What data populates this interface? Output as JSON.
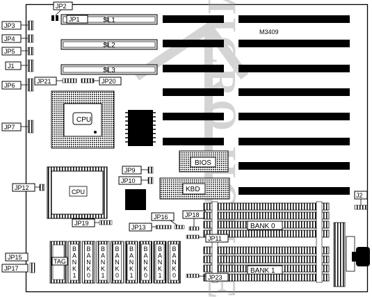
{
  "board": {
    "model": "M3409",
    "watermark": "MICRO HOUSE"
  },
  "slots": {
    "sl1": "SL1",
    "sl2": "SL2",
    "sl3": "SL3"
  },
  "chips": {
    "cpu_main": "CPU",
    "cpu_secondary": "CPU",
    "bios": "BIOS",
    "kbd": "KBD",
    "tag": "TAG"
  },
  "jumpers": {
    "jp1": "JP1",
    "jp2": "JP2",
    "jp3": "JP3",
    "jp4": "JP4",
    "jp5": "JP5",
    "j1": "J1",
    "jp6": "JP6",
    "jp7": "JP7",
    "jp9": "JP9",
    "jp10": "JP10",
    "jp11": "JP11",
    "jp12": "JP12",
    "jp13": "JP13",
    "jp15": "JP15",
    "jp16": "JP16",
    "jp17": "JP17",
    "jp18": "JP18",
    "jp19": "JP19",
    "jp20": "JP20",
    "jp21": "JP21",
    "jp23": "JP23",
    "j2": "J2"
  },
  "banks": {
    "bank0": "BANK 0",
    "bank1": "BANK 1"
  },
  "cache_chips": [
    "BANK1",
    "BANK0",
    "BANK1",
    "BANK0",
    "BANK1",
    "BANK0",
    "BANK1",
    "BANK0"
  ]
}
